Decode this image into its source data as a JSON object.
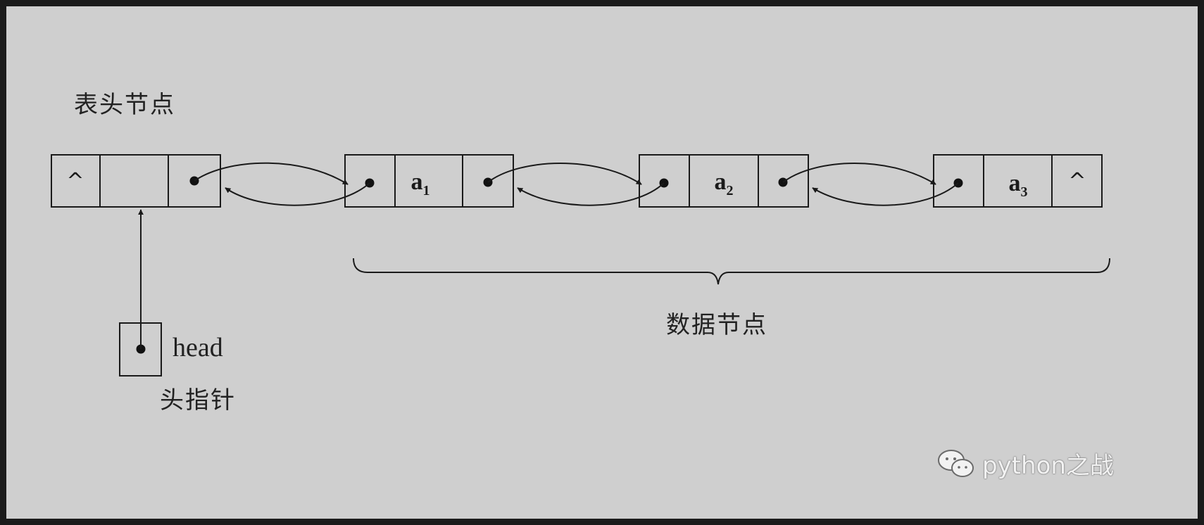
{
  "header_label": "表头节点",
  "data_label": "数据节点",
  "head_pointer": {
    "name": "head",
    "caption": "头指针"
  },
  "null_symbol": "^",
  "header_node": {
    "prior": "^",
    "data": "",
    "next": "•"
  },
  "data_nodes": [
    {
      "prior": "•",
      "data": "a",
      "sub": "1",
      "next": "•"
    },
    {
      "prior": "•",
      "data": "a",
      "sub": "2",
      "next": "•"
    },
    {
      "prior": "•",
      "data": "a",
      "sub": "3",
      "next": "^"
    }
  ],
  "watermark": {
    "text": "python之战",
    "icon": "wechat-icon"
  },
  "colors": {
    "background": "#cfcfcf",
    "stroke": "#1a1a1a",
    "frame": "#1b1b1b"
  }
}
